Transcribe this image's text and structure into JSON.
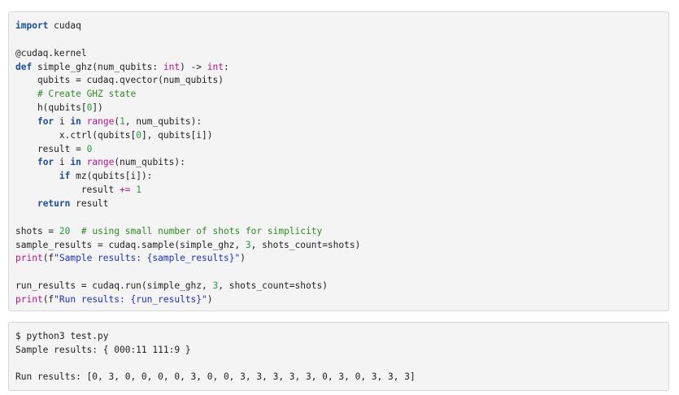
{
  "source": {
    "lines": [
      [
        {
          "t": "import",
          "c": "kw"
        },
        {
          "t": " cudaq",
          "c": ""
        }
      ],
      [],
      [
        {
          "t": "@cudaq.kernel",
          "c": "dec"
        }
      ],
      [
        {
          "t": "def",
          "c": "kw"
        },
        {
          "t": " simple_ghz(num_qubits: ",
          "c": ""
        },
        {
          "t": "int",
          "c": "bi"
        },
        {
          "t": ") -> ",
          "c": ""
        },
        {
          "t": "int",
          "c": "bi"
        },
        {
          "t": ":",
          "c": ""
        }
      ],
      [
        {
          "t": "    qubits = cudaq.qvector(num_qubits)",
          "c": ""
        }
      ],
      [
        {
          "t": "    ",
          "c": ""
        },
        {
          "t": "# Create GHZ state",
          "c": "cm"
        }
      ],
      [
        {
          "t": "    h(qubits[",
          "c": ""
        },
        {
          "t": "0",
          "c": "num"
        },
        {
          "t": "])",
          "c": ""
        }
      ],
      [
        {
          "t": "    ",
          "c": ""
        },
        {
          "t": "for",
          "c": "kw"
        },
        {
          "t": " i ",
          "c": ""
        },
        {
          "t": "in",
          "c": "kw"
        },
        {
          "t": " ",
          "c": ""
        },
        {
          "t": "range",
          "c": "bi"
        },
        {
          "t": "(",
          "c": ""
        },
        {
          "t": "1",
          "c": "num"
        },
        {
          "t": ", num_qubits):",
          "c": ""
        }
      ],
      [
        {
          "t": "        x.ctrl(qubits[",
          "c": ""
        },
        {
          "t": "0",
          "c": "num"
        },
        {
          "t": "], qubits[i])",
          "c": ""
        }
      ],
      [
        {
          "t": "    result = ",
          "c": ""
        },
        {
          "t": "0",
          "c": "num"
        }
      ],
      [
        {
          "t": "    ",
          "c": ""
        },
        {
          "t": "for",
          "c": "kw"
        },
        {
          "t": " i ",
          "c": ""
        },
        {
          "t": "in",
          "c": "kw"
        },
        {
          "t": " ",
          "c": ""
        },
        {
          "t": "range",
          "c": "bi"
        },
        {
          "t": "(num_qubits):",
          "c": ""
        }
      ],
      [
        {
          "t": "        ",
          "c": ""
        },
        {
          "t": "if",
          "c": "kw"
        },
        {
          "t": " mz(qubits[i]):",
          "c": ""
        }
      ],
      [
        {
          "t": "            result ",
          "c": ""
        },
        {
          "t": "+=",
          "c": "op"
        },
        {
          "t": " ",
          "c": ""
        },
        {
          "t": "1",
          "c": "num"
        }
      ],
      [
        {
          "t": "    ",
          "c": ""
        },
        {
          "t": "return",
          "c": "kw"
        },
        {
          "t": " result",
          "c": ""
        }
      ],
      [],
      [
        {
          "t": "shots = ",
          "c": ""
        },
        {
          "t": "20",
          "c": "num"
        },
        {
          "t": "  ",
          "c": ""
        },
        {
          "t": "# using small number of shots for simplicity",
          "c": "cm"
        }
      ],
      [
        {
          "t": "sample_results = cudaq.sample(simple_ghz, ",
          "c": ""
        },
        {
          "t": "3",
          "c": "num"
        },
        {
          "t": ", shots_count=shots)",
          "c": ""
        }
      ],
      [
        {
          "t": "print",
          "c": "bi"
        },
        {
          "t": "(f",
          "c": ""
        },
        {
          "t": "\"Sample results: {sample_results}\"",
          "c": "st"
        },
        {
          "t": ")",
          "c": ""
        }
      ],
      [],
      [
        {
          "t": "run_results = cudaq.run(simple_ghz, ",
          "c": ""
        },
        {
          "t": "3",
          "c": "num"
        },
        {
          "t": ", shots_count=shots)",
          "c": ""
        }
      ],
      [
        {
          "t": "print",
          "c": "bi"
        },
        {
          "t": "(f",
          "c": ""
        },
        {
          "t": "\"Run results: {run_results}\"",
          "c": "st"
        },
        {
          "t": ")",
          "c": ""
        }
      ]
    ]
  },
  "output": {
    "lines": [
      "$ python3 test.py",
      "Sample results: { 000:11 111:9 }",
      "",
      "Run results: [0, 3, 0, 0, 0, 0, 3, 0, 0, 3, 3, 3, 3, 3, 0, 3, 0, 3, 3, 3]"
    ]
  }
}
